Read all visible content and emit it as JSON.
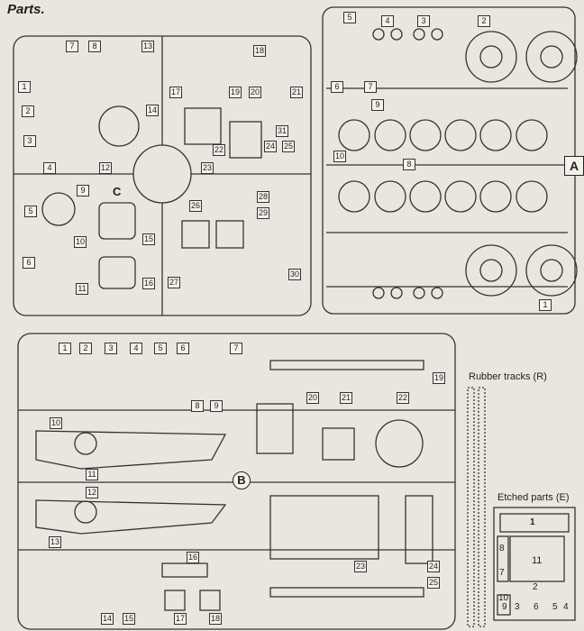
{
  "page_title": "Parts.",
  "sprue_letters": {
    "a": "A",
    "b": "B",
    "c": "C"
  },
  "rubber_tracks_label": "Rubber tracks (R)",
  "etched_parts_label": "Etched parts (E)",
  "sprue_c_numbers": [
    "1",
    "2",
    "3",
    "4",
    "5",
    "6",
    "7",
    "8",
    "9",
    "10",
    "11",
    "12",
    "13",
    "14",
    "15",
    "16",
    "17",
    "18",
    "19",
    "20",
    "21",
    "22",
    "23",
    "24",
    "25",
    "26",
    "27",
    "28",
    "29",
    "30",
    "31"
  ],
  "sprue_a_numbers": [
    "1",
    "2",
    "3",
    "4",
    "5",
    "6",
    "7",
    "8",
    "9",
    "10"
  ],
  "sprue_b_numbers": [
    "1",
    "2",
    "3",
    "4",
    "5",
    "6",
    "7",
    "8",
    "9",
    "10",
    "11",
    "12",
    "13",
    "14",
    "15",
    "16",
    "17",
    "18",
    "19",
    "20",
    "21",
    "22",
    "23",
    "24",
    "25"
  ],
  "etched_numbers": [
    "1",
    "2",
    "3",
    "4",
    "5",
    "6",
    "7",
    "8",
    "9",
    "10",
    "11"
  ]
}
